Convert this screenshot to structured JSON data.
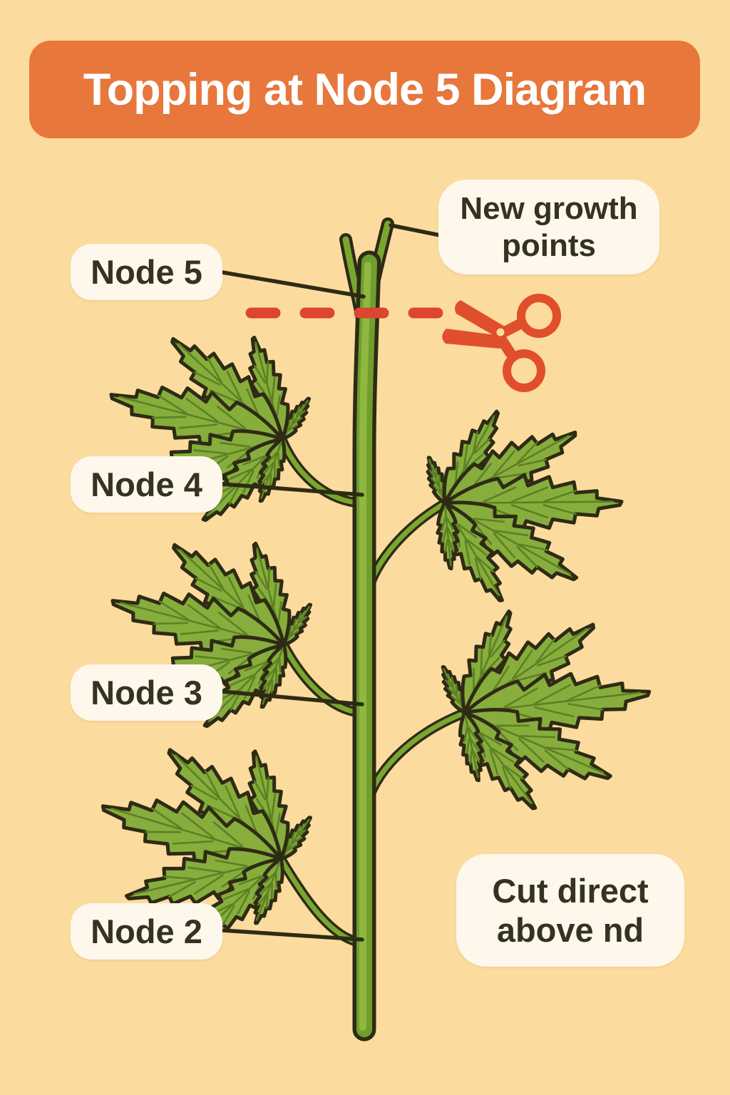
{
  "title": "Topping at Node 5 Diagram",
  "labels": {
    "node5": "Node 5",
    "node4": "Node 4",
    "node3": "Node 3",
    "node2": "Node 2",
    "new_growth": "New growth points",
    "cut_note": "Cut direct above nd"
  },
  "icons": {
    "scissors": "scissors-icon",
    "cut_line": "dashed-cut-line-icon",
    "plant": "plant-illustration"
  },
  "colors": {
    "background": "#FCDC9E",
    "banner": "#E8773C",
    "title_text": "#FFFFFF",
    "pill_bg": "#FDF8EB",
    "label_text": "#35331F",
    "outline_dark": "#2E2B15",
    "stem_green": "#7AA62F",
    "stem_highlight": "#9CC14D",
    "leaf_green": "#87AD3C",
    "leaf_vein": "#5C8024",
    "scissors_red": "#E14E2B",
    "cut_line_red": "#DC4530"
  }
}
